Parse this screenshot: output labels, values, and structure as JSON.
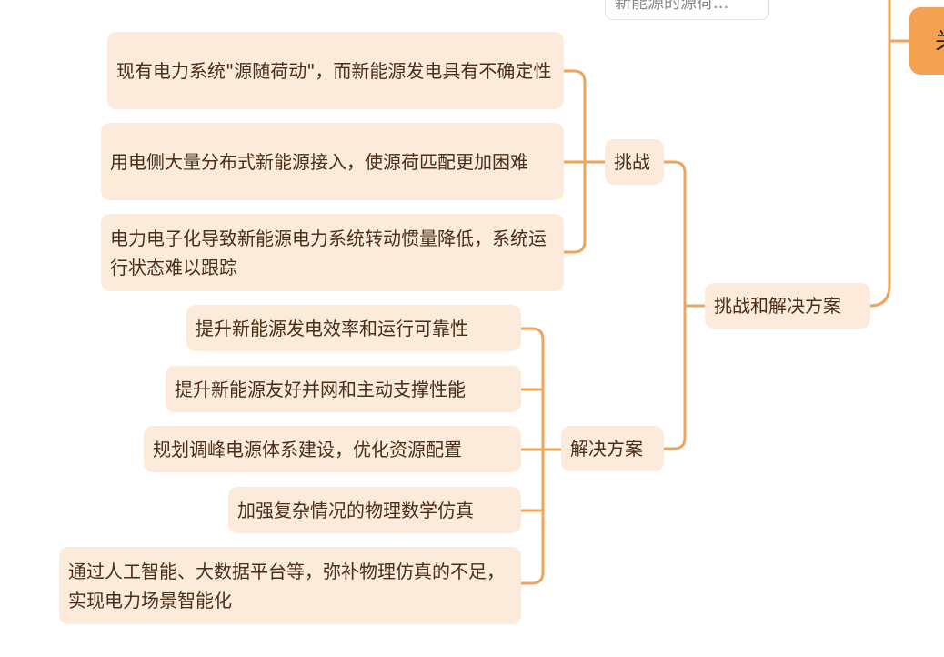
{
  "colors": {
    "line": "#eea55a",
    "node_bg": "#fcebdb",
    "main_bg": "#f4a251",
    "text": "#4a2e16"
  },
  "collapsed_node": "新能源的源荷...",
  "main_node": "关",
  "branch": {
    "label": "挑战和解决方案",
    "challenges": {
      "label": "挑战",
      "items": [
        "现有电力系统\"源随荷动\"，而新能源发电具有不确定性",
        "用电侧大量分布式新能源接入，使源荷匹配更加困难",
        "电力电子化导致新能源电力系统转动惯量降低，系统运行状态难以跟踪"
      ]
    },
    "solutions": {
      "label": "解决方案",
      "items": [
        "提升新能源发电效率和运行可靠性",
        "提升新能源友好并网和主动支撑性能",
        "规划调峰电源体系建设，优化资源配置",
        "加强复杂情况的物理数学仿真",
        "通过人工智能、大数据平台等，弥补物理仿真的不足，实现电力场景智能化"
      ]
    }
  }
}
